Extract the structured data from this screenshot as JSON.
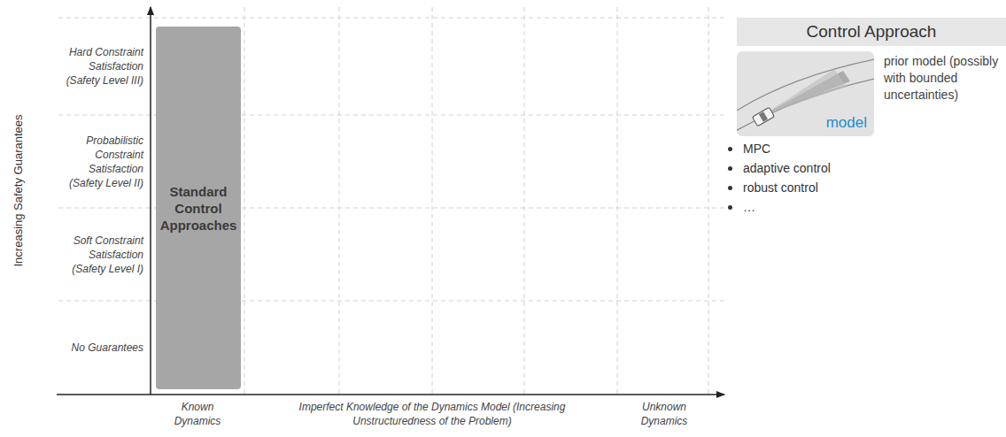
{
  "diagram": {
    "nodes": [
      {
        "text": [
          "Standard Control Approaches"
        ]
      },
      {
        "text": [
          "Control Approach"
        ]
      },
      {
        "text": [
          "model"
        ]
      }
    ],
    "labels": [
      "Increasing Safety Guarantees",
      "Hard Constraint Satisfaction (Safety Level III)",
      "Probabilistic Constraint Satisfaction (Safety Level II)",
      "Soft Constraint Satisfaction (Safety Level I)",
      "No Guarantees",
      "Known Dynamics",
      "Imperfect Knowledge of the Dynamics Model (Increasing Unstructuredness of the Problem)",
      "Unknown Dynamics",
      "prior model (possibly with bounded uncertainties)",
      "MPC",
      "adaptive control",
      "robust control",
      "…"
    ]
  }
}
